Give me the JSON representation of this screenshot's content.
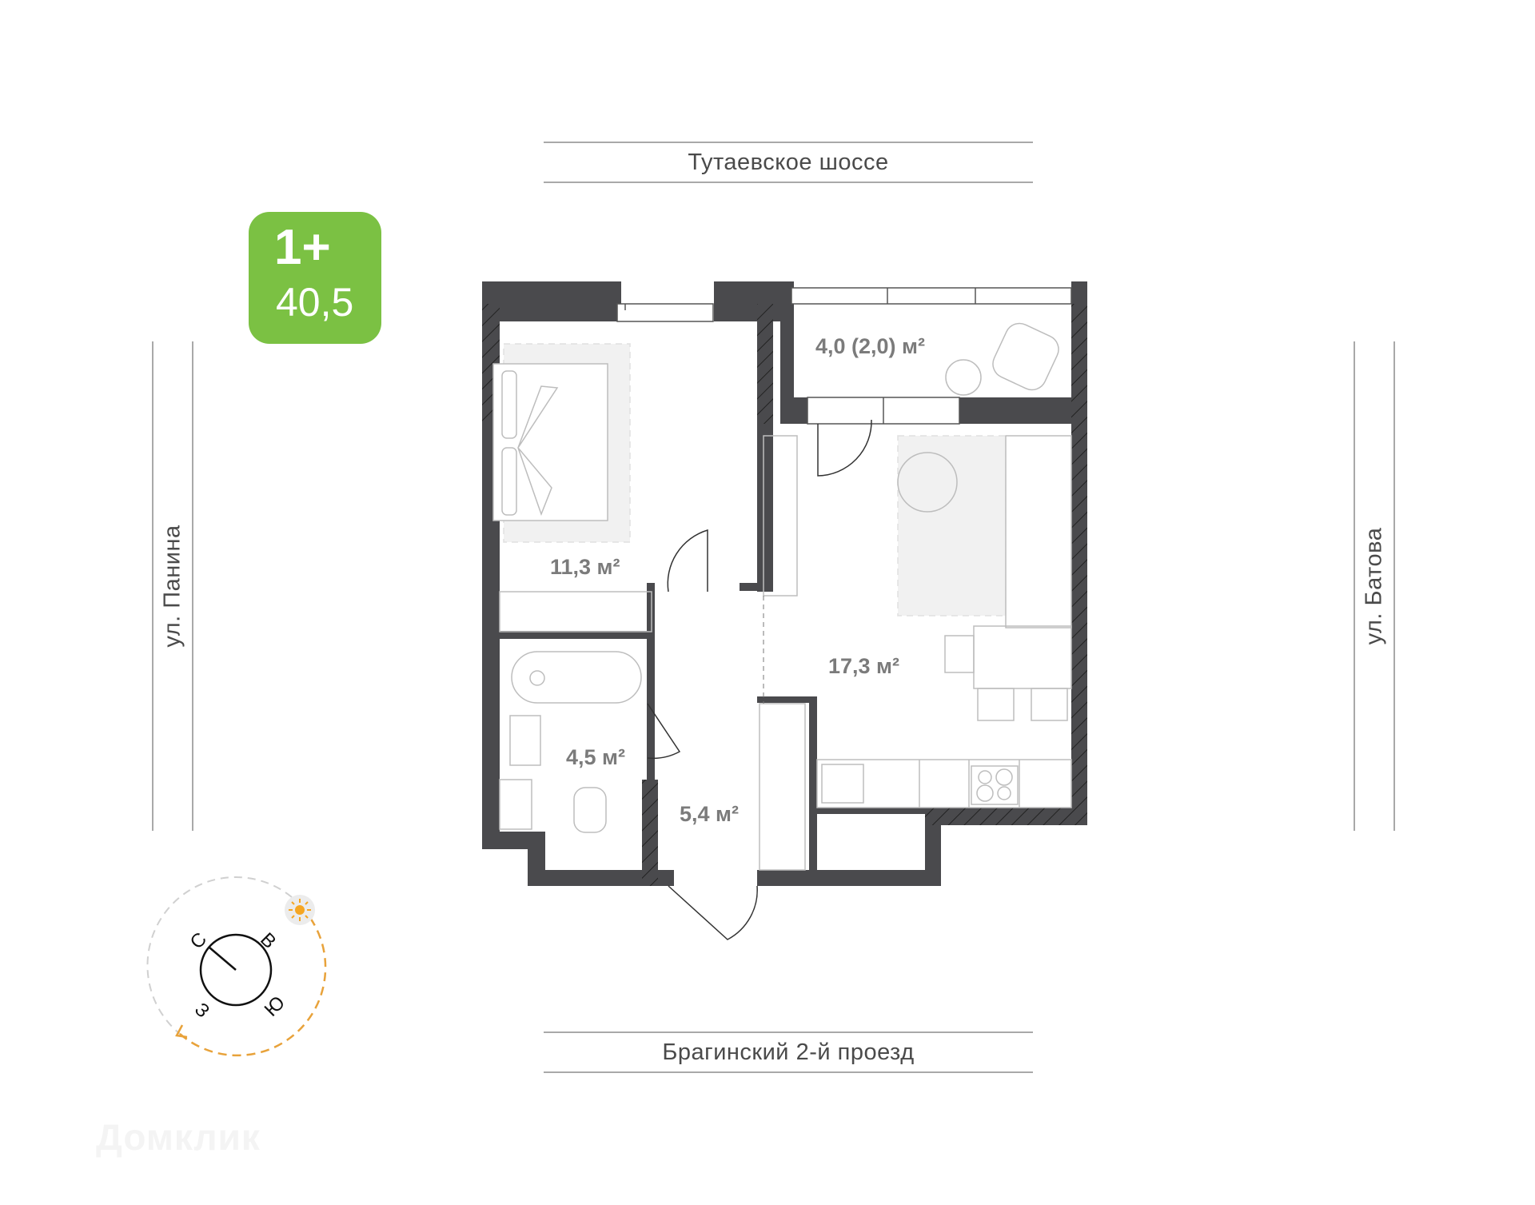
{
  "badge": {
    "rooms": "1+",
    "total_area": "40,5",
    "color": "#7bc143"
  },
  "streets": {
    "top": "Тутаевское шоссе",
    "bottom": "Брагинский 2-й проезд",
    "left": "ул. Панина",
    "right": "ул. Батова"
  },
  "rooms": [
    {
      "id": "bedroom",
      "area": "11,3 м²"
    },
    {
      "id": "balcony",
      "area": "4,0 (2,0) м²"
    },
    {
      "id": "living-kitchen",
      "area": "17,3 м²"
    },
    {
      "id": "bathroom",
      "area": "4,5 м²"
    },
    {
      "id": "hallway",
      "area": "5,4 м²"
    }
  ],
  "compass": {
    "north": "С",
    "east": "В",
    "south": "Ю",
    "west": "З",
    "sun_color": "#f5a623",
    "path_color": "#e8a23a"
  },
  "watermark": "Домклик",
  "colors": {
    "wall": "#4a4a4d",
    "furniture": "#bdbdbd",
    "rug": "#f1f1f1",
    "street_line": "#a9a9a9",
    "label": "#7b7b7b"
  }
}
